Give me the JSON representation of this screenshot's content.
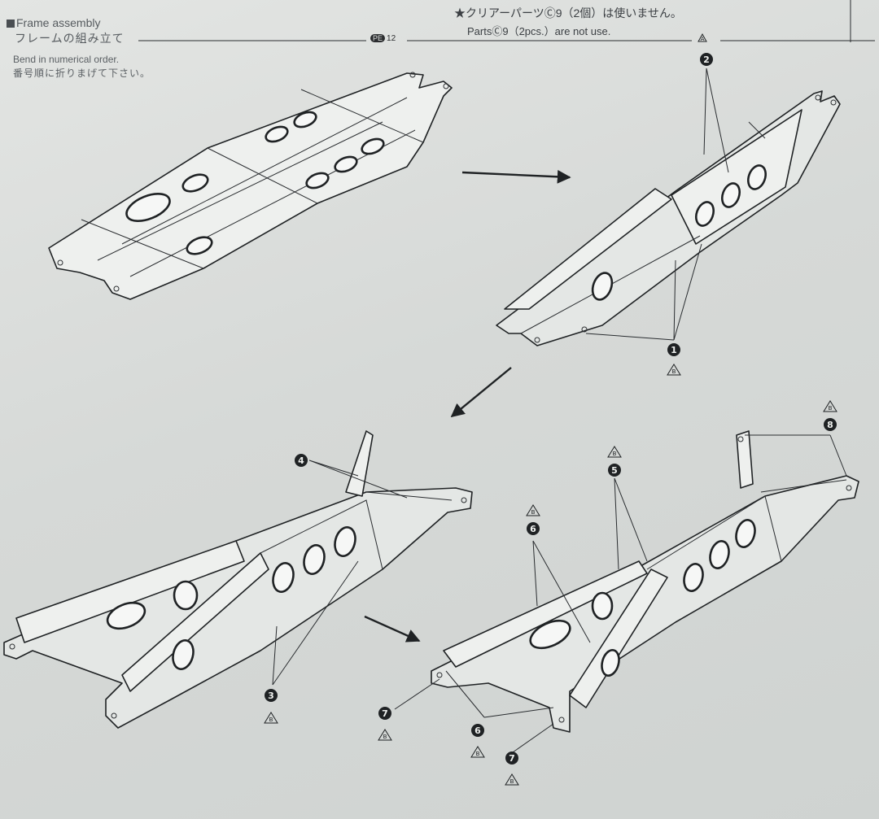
{
  "header": {
    "title_en": "Frame assembly",
    "title_jp": "フレームの組み立て",
    "instruction_en": "Bend in numerical order.",
    "instruction_jp": "番号順に折りまげて下さい。",
    "pe_badge": "PE",
    "pe_number": "12"
  },
  "note": {
    "text_jp": "★クリアーパーツⒸ9（2個）は使いません。",
    "text_en": "PartsⒸ9（2pcs.）are not use."
  },
  "markers": [
    {
      "id": "m2",
      "number": "2",
      "mark": "A"
    },
    {
      "id": "m1",
      "number": "1",
      "mark": "B"
    },
    {
      "id": "m4",
      "number": "4",
      "mark": ""
    },
    {
      "id": "m3",
      "number": "3",
      "mark": "B"
    },
    {
      "id": "m8",
      "number": "8",
      "mark": "B"
    },
    {
      "id": "m5",
      "number": "5",
      "mark": "B"
    },
    {
      "id": "m6a",
      "number": "6",
      "mark": "B"
    },
    {
      "id": "m7a",
      "number": "7",
      "mark": "B"
    },
    {
      "id": "m6b",
      "number": "6",
      "mark": "B"
    },
    {
      "id": "m7b",
      "number": "7",
      "mark": "B"
    }
  ]
}
